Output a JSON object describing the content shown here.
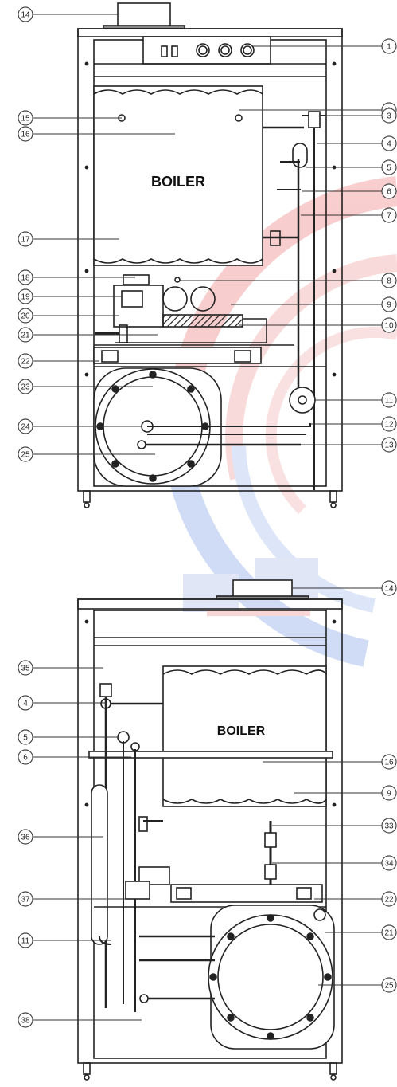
{
  "boiler_label": "BOILER",
  "watermark": {
    "colors": [
      "#e23b3b",
      "#3a6fd8"
    ]
  },
  "figure_top": {
    "left_callouts": [
      "14",
      "15",
      "16",
      "17",
      "18",
      "19",
      "20",
      "21",
      "22",
      "23",
      "24",
      "25"
    ],
    "right_callouts": [
      "1",
      "2",
      "3",
      "4",
      "5",
      "6",
      "7",
      "8",
      "9",
      "10",
      "11",
      "12",
      "13"
    ]
  },
  "figure_bottom": {
    "left_callouts": [
      "35",
      "4",
      "5",
      "6",
      "36",
      "37",
      "11",
      "38"
    ],
    "right_callouts": [
      "14",
      "16",
      "9",
      "33",
      "34",
      "22",
      "21",
      "25"
    ]
  }
}
